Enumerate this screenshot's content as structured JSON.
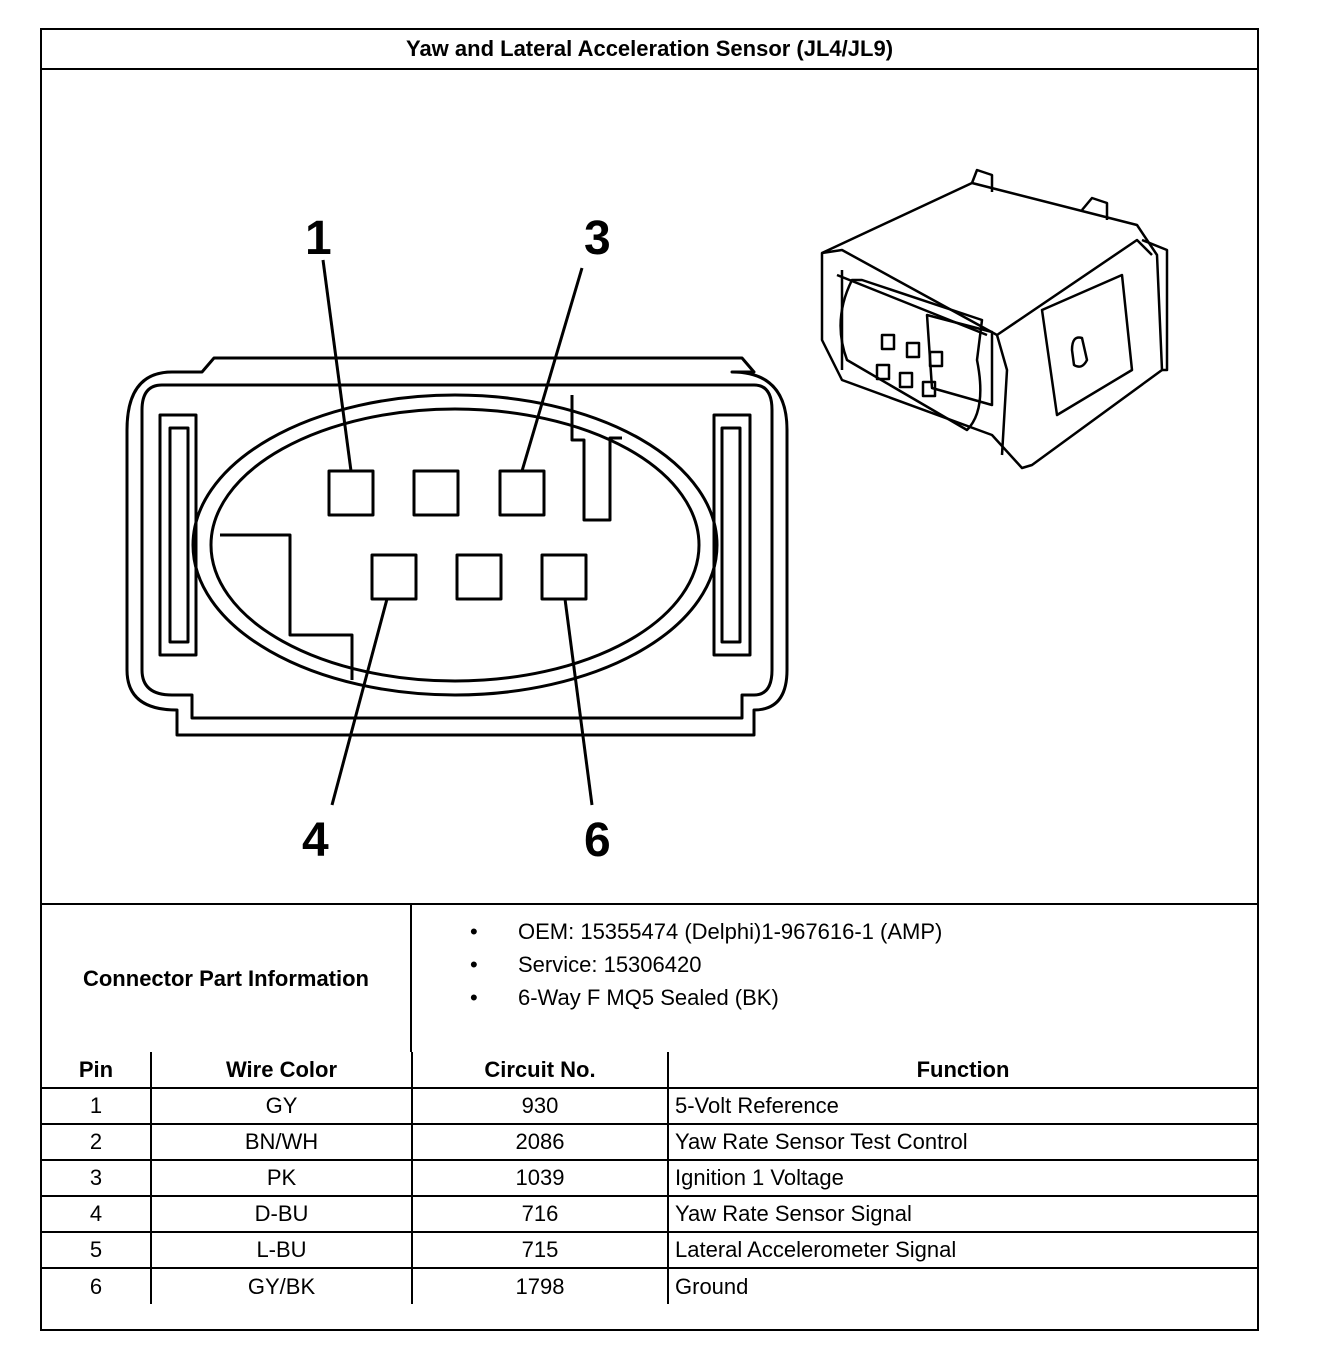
{
  "title": "Yaw and Lateral Acceleration Sensor (JL4/JL9)",
  "callouts": {
    "pin1": "1",
    "pin3": "3",
    "pin4": "4",
    "pin6": "6"
  },
  "connector_info": {
    "label": "Connector Part Information",
    "items": [
      "OEM: 15355474 (Delphi)1-967616-1 (AMP)",
      "Service: 15306420",
      "6-Way F MQ5 Sealed (BK)"
    ],
    "bullet": "•"
  },
  "table": {
    "headers": [
      "Pin",
      "Wire Color",
      "Circuit No.",
      "Function"
    ],
    "rows": [
      [
        "1",
        "GY",
        "930",
        "5-Volt Reference"
      ],
      [
        "2",
        "BN/WH",
        "2086",
        "Yaw Rate Sensor Test Control"
      ],
      [
        "3",
        "PK",
        "1039",
        "Ignition 1 Voltage"
      ],
      [
        "4",
        "D-BU",
        "716",
        "Yaw Rate Sensor Signal"
      ],
      [
        "5",
        "L-BU",
        "715",
        "Lateral Accelerometer Signal"
      ],
      [
        "6",
        "GY/BK",
        "1798",
        "Ground"
      ]
    ]
  }
}
